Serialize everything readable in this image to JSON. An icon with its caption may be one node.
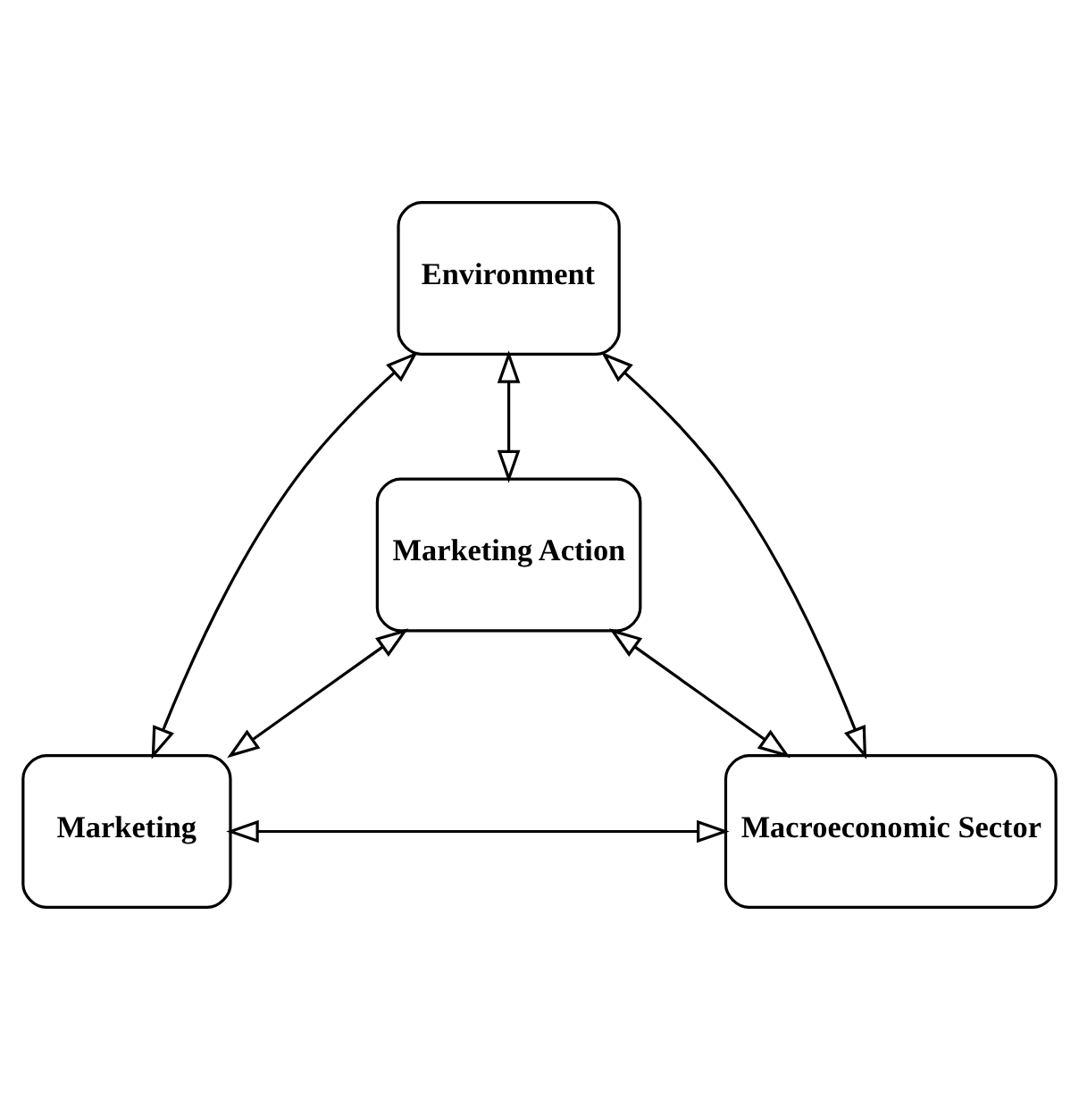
{
  "diagram": {
    "nodes": [
      {
        "text": [
          "Environment"
        ]
      },
      {
        "text": [
          "Marketing Action"
        ]
      },
      {
        "text": [
          "Marketing"
        ]
      },
      {
        "text": [
          "Macroeconomic Sector"
        ]
      }
    ],
    "edges": [
      {
        "from": 0,
        "to": 2,
        "arrow": "both"
      },
      {
        "from": 0,
        "to": 3,
        "arrow": "both"
      },
      {
        "from": 0,
        "to": 1,
        "arrow": "both"
      },
      {
        "from": 1,
        "to": 2,
        "arrow": "both"
      },
      {
        "from": 1,
        "to": 3,
        "arrow": "both"
      },
      {
        "from": 2,
        "to": 3,
        "arrow": "both"
      }
    ]
  }
}
